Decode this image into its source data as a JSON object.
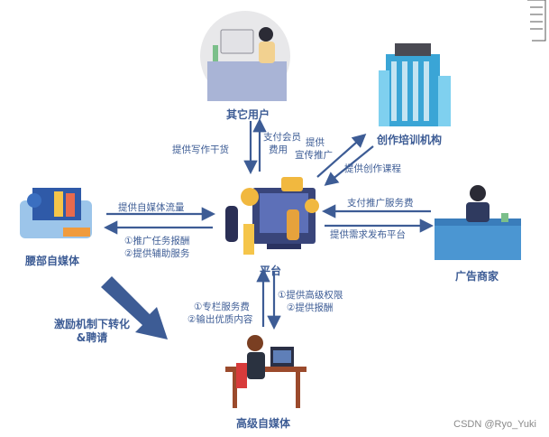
{
  "nodes": {
    "other_users": "其它用户",
    "training": "创作培训机构",
    "waist": "腰部自媒体",
    "platform": "平台",
    "advertiser": "广告商家",
    "senior": "高级自媒体"
  },
  "edges": {
    "users_to_platform": "提供写作干货",
    "platform_to_users_1": "支付会员",
    "platform_to_users_2": "费用",
    "training_promo_1": "提供",
    "training_promo_2": "宣传推广",
    "training_course": "提供创作课程",
    "waist_traffic": "提供自媒体流量",
    "waist_back_1": "①推广任务报酬",
    "waist_back_2": "②提供辅助服务",
    "adv_fee": "支付推广服务费",
    "adv_back": "提供需求发布平台",
    "senior_up_1": "①专栏服务费",
    "senior_up_2": "②输出优质内容",
    "senior_down_1": "①提供高级权限",
    "senior_down_2": "②提供报酬",
    "incentive_1": "激励机制下转化",
    "incentive_2": "&聘请"
  },
  "watermark": "CSDN @Ryo_Yuki",
  "colors": {
    "arrow": "#3d5c95",
    "text": "#3d5c95"
  }
}
